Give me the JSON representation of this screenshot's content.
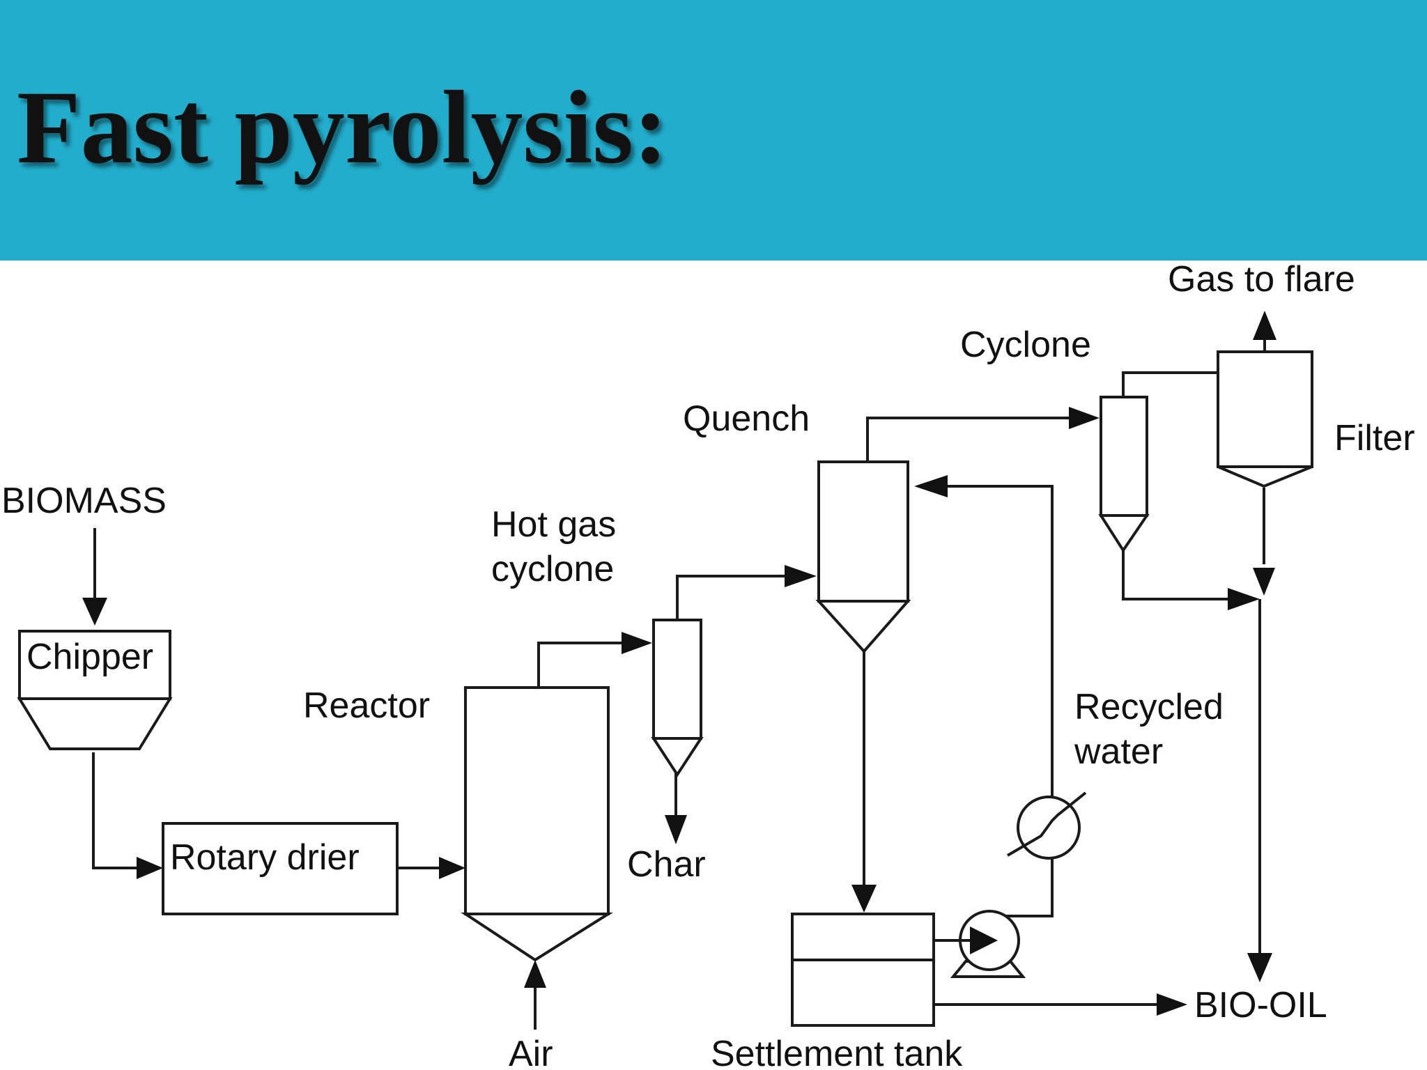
{
  "slide": {
    "title": "Fast pyrolysis:"
  },
  "labels": {
    "biomass": "BIOMASS",
    "chipper": "Chipper",
    "rotary_drier": "Rotary drier",
    "reactor": "Reactor",
    "air": "Air",
    "hot_gas_line1": "Hot gas",
    "hot_gas_line2": "cyclone",
    "char": "Char",
    "quench": "Quench",
    "cyclone": "Cyclone",
    "gas_to_flare": "Gas to flare",
    "filter": "Filter",
    "recycled_line1": "Recycled",
    "recycled_line2": "water",
    "settlement_tank": "Settlement tank",
    "bio_oil": "BIO-OIL"
  },
  "colors": {
    "header": "#22adcc",
    "ink": "#111111",
    "background": "#ffffff"
  }
}
